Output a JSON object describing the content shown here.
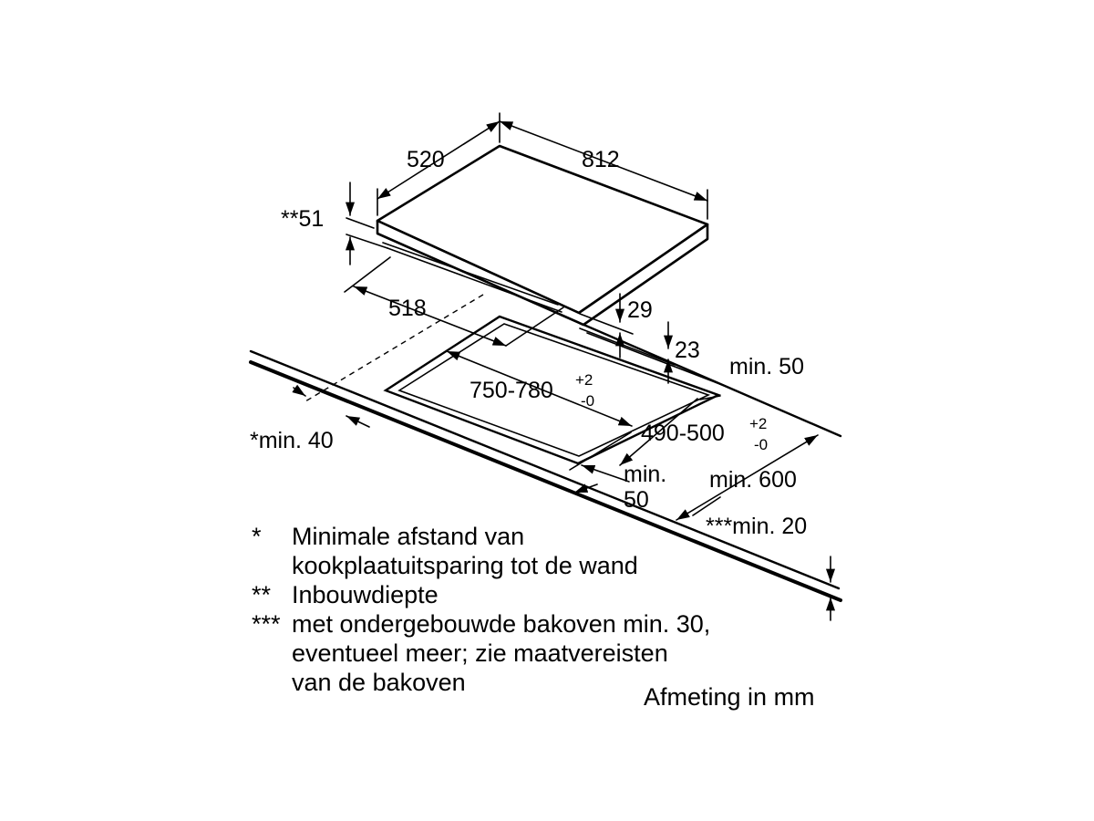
{
  "dimensions": {
    "hob_depth": "520",
    "hob_width": "812",
    "built_in_depth": "**51",
    "cutout_offset": "518",
    "top_thickness_a": "29",
    "top_thickness_b": "23",
    "cutout_width": "750-780",
    "cutout_width_tol_plus": "+2",
    "cutout_width_tol_minus": "-0",
    "cutout_depth": "490-500",
    "cutout_depth_tol_plus": "+2",
    "cutout_depth_tol_minus": "-0",
    "min_back": "min. 50",
    "min_wall": "*min. 40",
    "min_front_line1": "min.",
    "min_front_line2": "50",
    "min_worktop": "min. 600",
    "min_worktop_thickness": "***min. 20"
  },
  "notes": [
    {
      "marker": "*",
      "text": "Minimale afstand van\nkookplaatuitsparing tot de wand"
    },
    {
      "marker": "**",
      "text": "Inbouwdiepte"
    },
    {
      "marker": "***",
      "text": "met ondergebouwde bakoven min. 30,\neventueel meer; zie maatvereisten\nvan de bakoven"
    }
  ],
  "unit_label": "Afmeting in mm"
}
